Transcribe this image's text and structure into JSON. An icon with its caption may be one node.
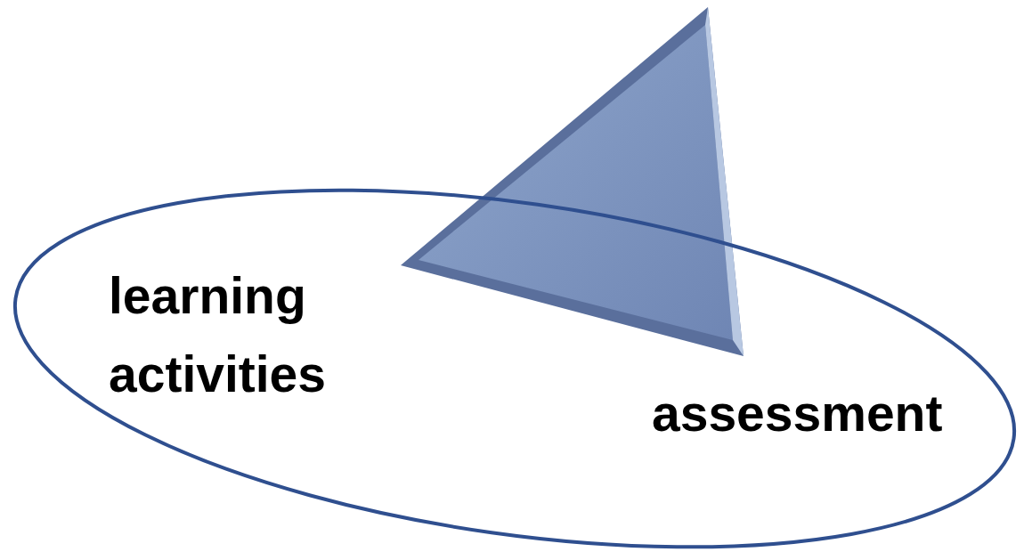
{
  "diagram": {
    "nodes": [
      {
        "text": [
          "learning activities",
          "assessment"
        ]
      },
      {
        "text": [],
        "shape": "triangle"
      }
    ]
  }
}
